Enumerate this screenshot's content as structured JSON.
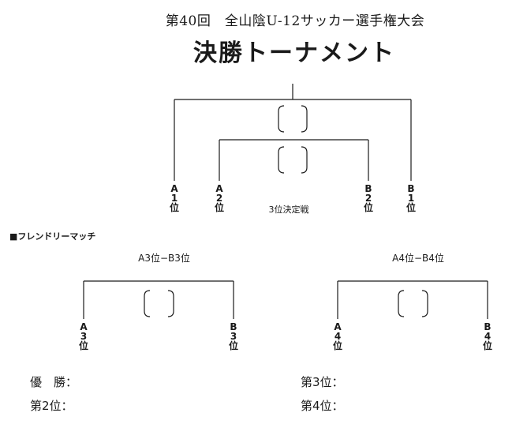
{
  "header": {
    "subtitle": "第40回　全山陰U-12サッカー選手権大会",
    "title": "決勝トーナメント"
  },
  "bracket": {
    "a1": [
      "A",
      "1",
      "位"
    ],
    "a2": [
      "A",
      "2",
      "位"
    ],
    "b2": [
      "B",
      "2",
      "位"
    ],
    "b1": [
      "B",
      "1",
      "位"
    ],
    "third_place_label": "3位決定戦"
  },
  "friendly": {
    "section_label": "■フレンドリーマッチ",
    "match1_label": "A3位−B3位",
    "match2_label": "A4位−B4位",
    "a3": [
      "A",
      "3",
      "位"
    ],
    "b3": [
      "B",
      "3",
      "位"
    ],
    "a4": [
      "A",
      "4",
      "位"
    ],
    "b4": [
      "B",
      "4",
      "位"
    ]
  },
  "results": {
    "winner": "優　勝：",
    "second": "第2位：",
    "third": "第3位：",
    "fourth": "第4位："
  }
}
